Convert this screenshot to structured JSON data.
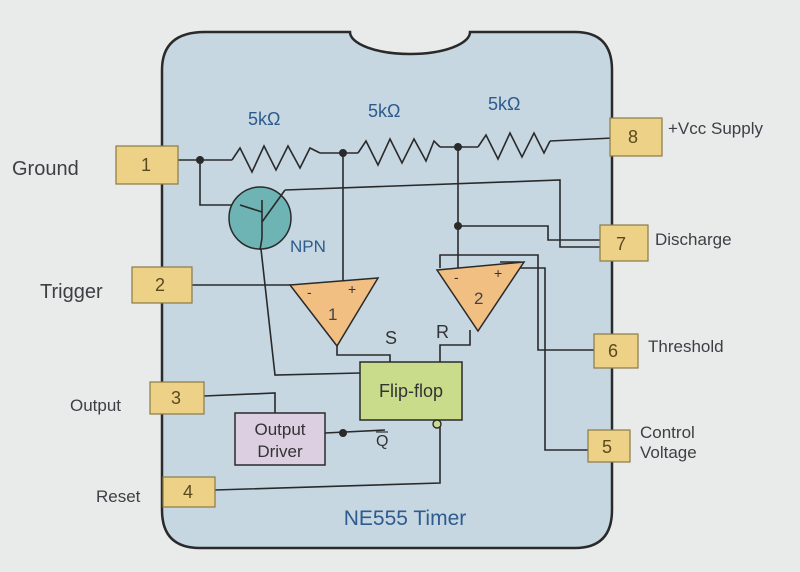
{
  "chip": {
    "title": "NE555 Timer",
    "resistors": [
      "5kΩ",
      "5kΩ",
      "5kΩ"
    ],
    "transistor_label": "NPN",
    "comparator_1": "1",
    "comparator_2": "2",
    "comparator_plus": "+",
    "comparator_minus": "-",
    "flipflop": {
      "label": "Flip-flop",
      "s": "S",
      "r": "R",
      "q": "Q"
    },
    "output_driver": [
      "Output",
      "Driver"
    ]
  },
  "pins": {
    "p1": {
      "number": "1",
      "name": "Ground"
    },
    "p2": {
      "number": "2",
      "name": "Trigger"
    },
    "p3": {
      "number": "3",
      "name": "Output"
    },
    "p4": {
      "number": "4",
      "name": "Reset"
    },
    "p5": {
      "number": "5",
      "name_lines": [
        "Control",
        "Voltage"
      ]
    },
    "p6": {
      "number": "6",
      "name": "Threshold"
    },
    "p7": {
      "number": "7",
      "name": "Discharge"
    },
    "p8": {
      "number": "8",
      "name": "+Vcc Supply"
    }
  },
  "colors": {
    "chip_fill": "#c6d7e2",
    "pin_fill": "#ecd187",
    "comparator_fill": "#f2bf82",
    "flipflop_fill": "#c9dc8c",
    "driver_fill": "#dccfe2",
    "transistor_fill": "#6fb4b4"
  }
}
